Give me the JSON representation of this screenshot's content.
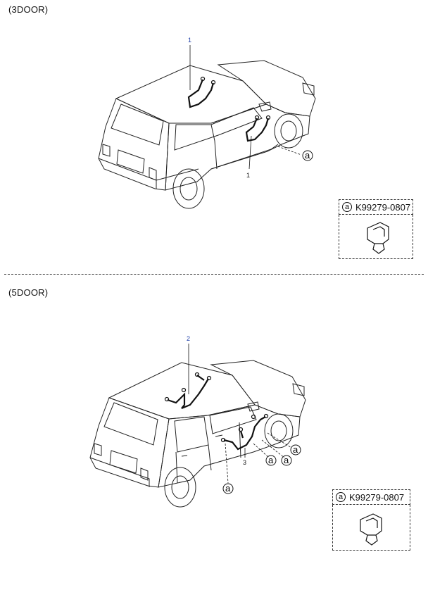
{
  "sections": [
    {
      "label": "(3DOOR)",
      "callouts": [
        "1",
        "1"
      ],
      "clip_marker": "a",
      "part_box": {
        "marker": "a",
        "part_number": "K99279-0807"
      }
    },
    {
      "label": "(5DOOR)",
      "callouts": [
        "2",
        "3"
      ],
      "clip_markers": [
        "a",
        "a",
        "a",
        "a"
      ],
      "part_box": {
        "marker": "a",
        "part_number": "K99279-0807"
      }
    }
  ],
  "colors": {
    "callout": "#1c3ea8",
    "line": "#111111"
  }
}
